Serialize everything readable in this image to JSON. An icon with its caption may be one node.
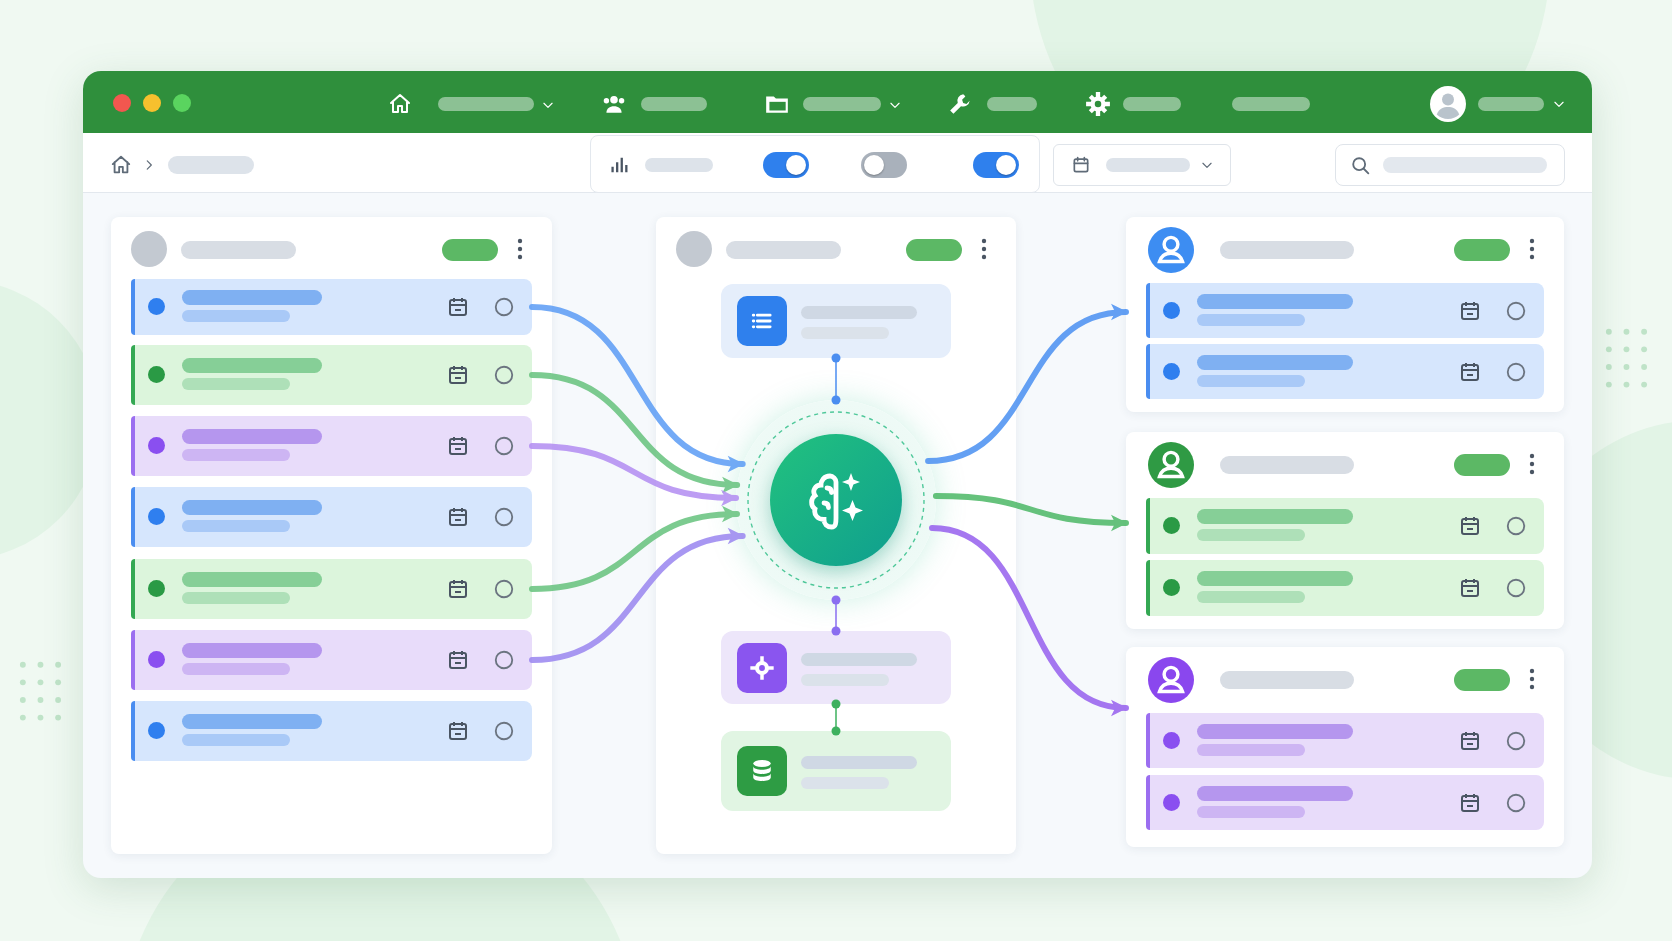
{
  "diagram": {
    "nodes": [
      {
        "text": [],
        "shape": "box"
      },
      {
        "text": [],
        "shape": "bar",
        "in": 0
      },
      {
        "text": [],
        "shape": "bar",
        "in": 0
      },
      {
        "text": [],
        "shape": "bar",
        "in": 0
      },
      {
        "text": [],
        "shape": "bar",
        "in": 0
      },
      {
        "text": [],
        "shape": "bar",
        "in": 0
      },
      {
        "text": [],
        "shape": "bar",
        "in": 0
      },
      {
        "text": [],
        "shape": "bar",
        "in": 0
      },
      {
        "text": [],
        "shape": "box"
      },
      {
        "text": [],
        "shape": "box",
        "in": 8
      },
      {
        "text": [],
        "shape": "circle",
        "in": 8
      },
      {
        "text": [],
        "shape": "box",
        "in": 8
      },
      {
        "text": [],
        "shape": "box",
        "in": 8
      },
      {
        "text": [],
        "shape": "box"
      },
      {
        "text": [],
        "shape": "bar",
        "in": 13
      },
      {
        "text": [],
        "shape": "bar",
        "in": 13
      },
      {
        "text": [],
        "shape": "box"
      },
      {
        "text": [],
        "shape": "bar",
        "in": 16
      },
      {
        "text": [],
        "shape": "bar",
        "in": 16
      },
      {
        "text": [],
        "shape": "box"
      },
      {
        "text": [],
        "shape": "bar",
        "in": 19
      },
      {
        "text": [],
        "shape": "bar",
        "in": 19
      }
    ],
    "edges": [
      {
        "from": 1,
        "to": 10,
        "arrow": "to",
        "color": "#5b9cf5"
      },
      {
        "from": 2,
        "to": 10,
        "arrow": "to",
        "color": "#66c27d"
      },
      {
        "from": 3,
        "to": 10,
        "arrow": "to",
        "color": "#b28cf2"
      },
      {
        "from": 5,
        "to": 10,
        "arrow": "to",
        "color": "#66c27d"
      },
      {
        "from": 6,
        "to": 10,
        "arrow": "to",
        "color": "#9a86f0"
      },
      {
        "from": 10,
        "to": 13,
        "arrow": "to",
        "color": "#4a90f2"
      },
      {
        "from": 10,
        "to": 16,
        "arrow": "to",
        "color": "#4cb866"
      },
      {
        "from": 10,
        "to": 19,
        "arrow": "to",
        "color": "#9660ee"
      },
      {
        "from": 9,
        "to": 10,
        "arrow": "other",
        "color": "#4a8df0"
      },
      {
        "from": 10,
        "to": 11,
        "arrow": "other",
        "color": "#8a6ef0"
      },
      {
        "from": 11,
        "to": 12,
        "arrow": "other",
        "color": "#3db05e"
      }
    ]
  }
}
